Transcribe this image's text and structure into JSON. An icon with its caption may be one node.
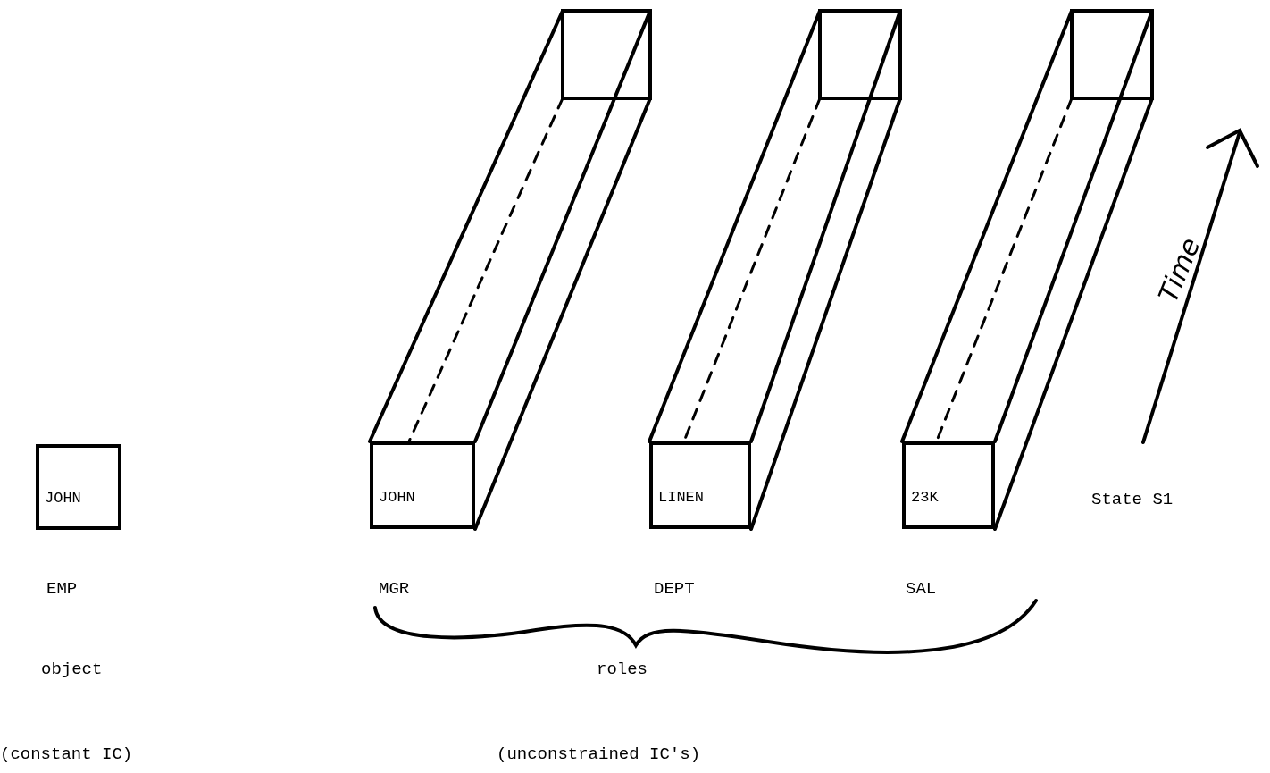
{
  "diagram": {
    "nodes": [
      {
        "text": [
          "JOHN"
        ]
      },
      {
        "text": [
          "JOHN"
        ]
      },
      {
        "text": [
          "LINEN"
        ]
      },
      {
        "text": [
          "23K"
        ]
      }
    ],
    "labels": [
      "Time",
      "State S1",
      "EMP",
      "MGR",
      "DEPT",
      "SAL",
      "object",
      "roles",
      "(constant IC)",
      "(unconstrained IC's)"
    ]
  }
}
